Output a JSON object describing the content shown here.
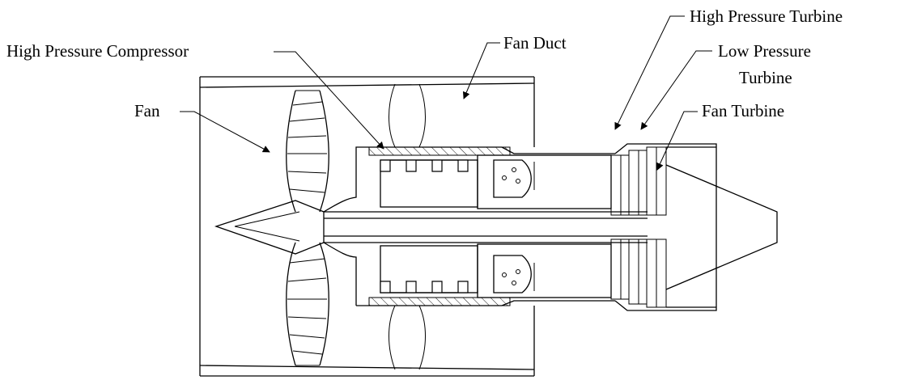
{
  "diagram": {
    "labels": {
      "hpc": "High Pressure Compressor",
      "fan_duct": "Fan Duct",
      "hpt": "High Pressure Turbine",
      "lpt_line1": "Low Pressure",
      "lpt_line2": "Turbine",
      "fan": "Fan",
      "fan_turbine": "Fan Turbine"
    },
    "colors": {
      "ink": "#000000",
      "background": "#ffffff"
    }
  }
}
